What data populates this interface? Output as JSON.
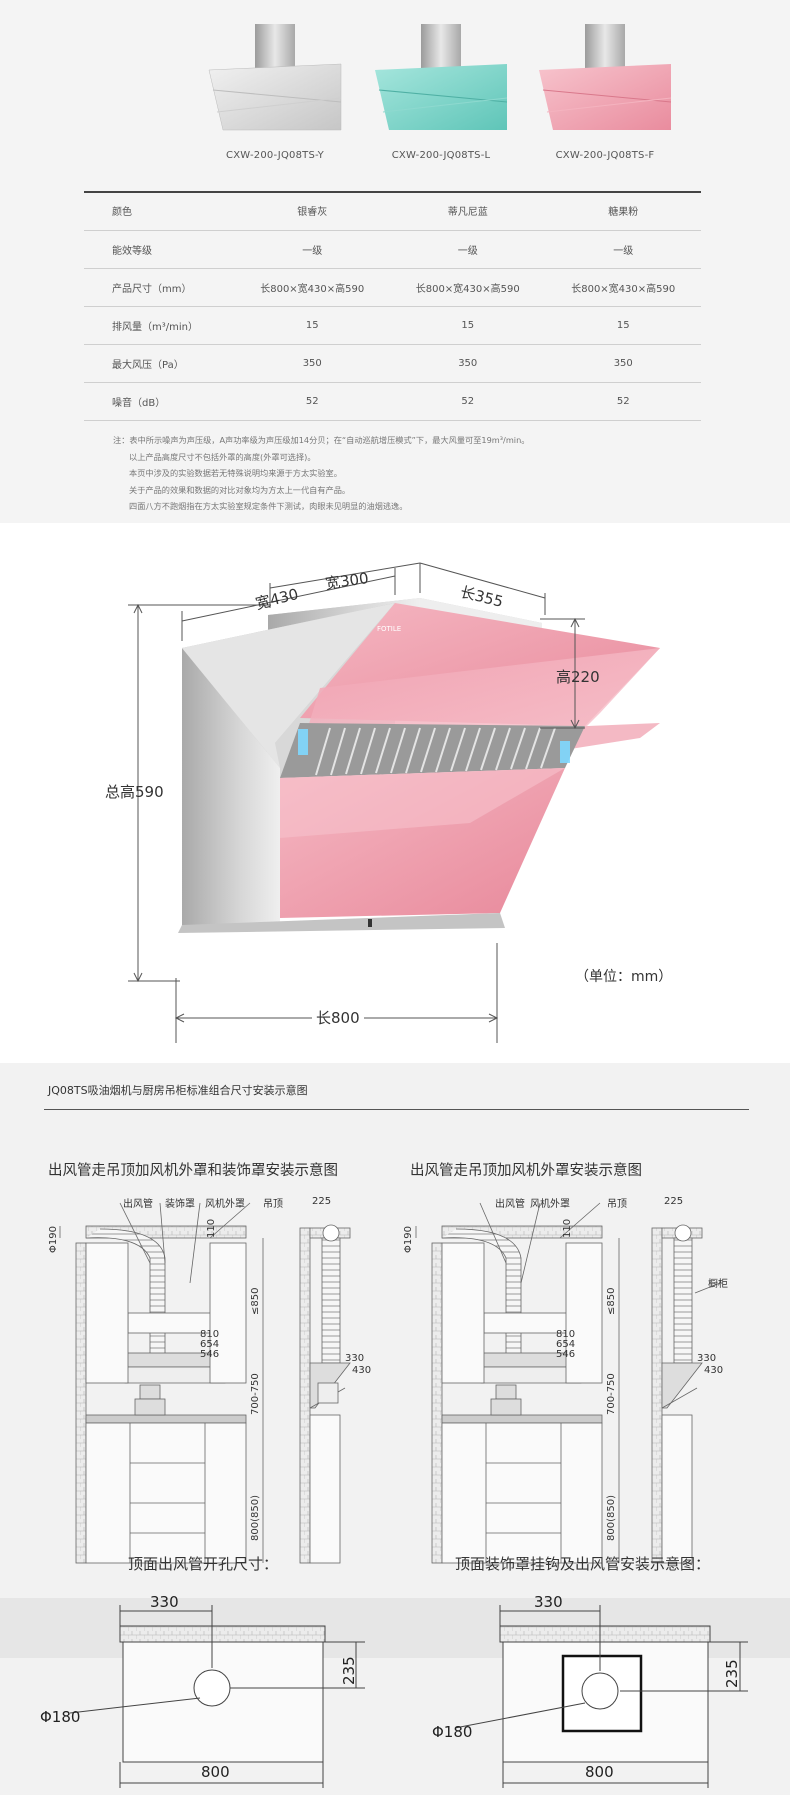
{
  "products": [
    {
      "model": "CXW-200-JQ08TS-Y",
      "color": "#d9d9d9"
    },
    {
      "model": "CXW-200-JQ08TS-L",
      "color": "#7fd3c8"
    },
    {
      "model": "CXW-200-JQ08TS-F",
      "color": "#f0a9b6"
    }
  ],
  "spec_table": {
    "rows": [
      {
        "label": "颜色",
        "values": [
          "银睿灰",
          "蒂凡尼蓝",
          "糖果粉"
        ]
      },
      {
        "label": "能效等级",
        "values": [
          "一级",
          "一级",
          "一级"
        ]
      },
      {
        "label": "产品尺寸（mm）",
        "values": [
          "长800×宽430×高590",
          "长800×宽430×高590",
          "长800×宽430×高590"
        ]
      },
      {
        "label": "排风量（m³/min）",
        "values": [
          "15",
          "15",
          "15"
        ]
      },
      {
        "label": "最大风压（Pa）",
        "values": [
          "350",
          "350",
          "350"
        ]
      },
      {
        "label": "噪音（dB）",
        "values": [
          "52",
          "52",
          "52"
        ]
      }
    ]
  },
  "notes": [
    "注：表中所示噪声为声压级，A声功率级为声压级加14分贝；在“自动巡航增压模式”下，最大风量可至19m³/min。",
    "以上产品高度尺寸不包括外罩的高度(外罩可选择)。",
    "本页中涉及的实验数据若无特殊说明均来源于方太实验室。",
    "关于产品的效果和数据的对比对象均为方太上一代自有产品。",
    "四面八方不跑烟指在方太实验室规定条件下测试，肉眼未见明显的油烟逃逸。"
  ],
  "dimensions": {
    "width_top": "宽300",
    "length_top": "长355",
    "width_side": "宽430",
    "height_chimney": "高220",
    "total_height": "总高590",
    "length_bottom": "长800",
    "unit": "（单位：mm）",
    "logo": "FOTILE",
    "panel_color": "#f2a7b5",
    "steel_color": "#c8c8c8"
  },
  "install": {
    "section_title": "JQ08TS吸油烟机与厨房吊柜标准组合尺寸安装示意图",
    "left_title": "出风管走吊顶加风机外罩和装饰罩安装示意图",
    "right_title": "出风管走吊顶加风机外罩安装示意图",
    "left_labels": {
      "duct": "出风管",
      "cover": "装饰罩",
      "fan_cover": "风机外罩",
      "ceiling": "吊顶",
      "phi": "Φ190",
      "d110": "110",
      "d850": "≤850",
      "d810": "810",
      "d654": "654",
      "d546": "546",
      "d700": "700-750",
      "d800": "800(850)"
    },
    "left_side": {
      "d225": "225",
      "d330": "330",
      "d430": "430"
    },
    "right_labels": {
      "duct": "出风管",
      "fan_cover": "风机外罩",
      "ceiling": "吊顶",
      "phi": "Φ190",
      "d110": "110",
      "d850": "≤850",
      "d810": "810",
      "d654": "654",
      "d546": "546",
      "d700": "700-750",
      "d800": "800(850)"
    },
    "right_side": {
      "d225": "225",
      "cabinet": "橱柜",
      "d330": "330",
      "d430": "430"
    },
    "bottom_left_title": "顶面出风管开孔尺寸：",
    "bottom_right_title": "顶面装饰罩挂钩及出风管安装示意图：",
    "bottom_left": {
      "d330": "330",
      "d235": "235",
      "phi": "Φ180",
      "d800": "800"
    },
    "bottom_right": {
      "d330": "330",
      "d235": "235",
      "phi": "Φ180",
      "d800": "800"
    }
  }
}
